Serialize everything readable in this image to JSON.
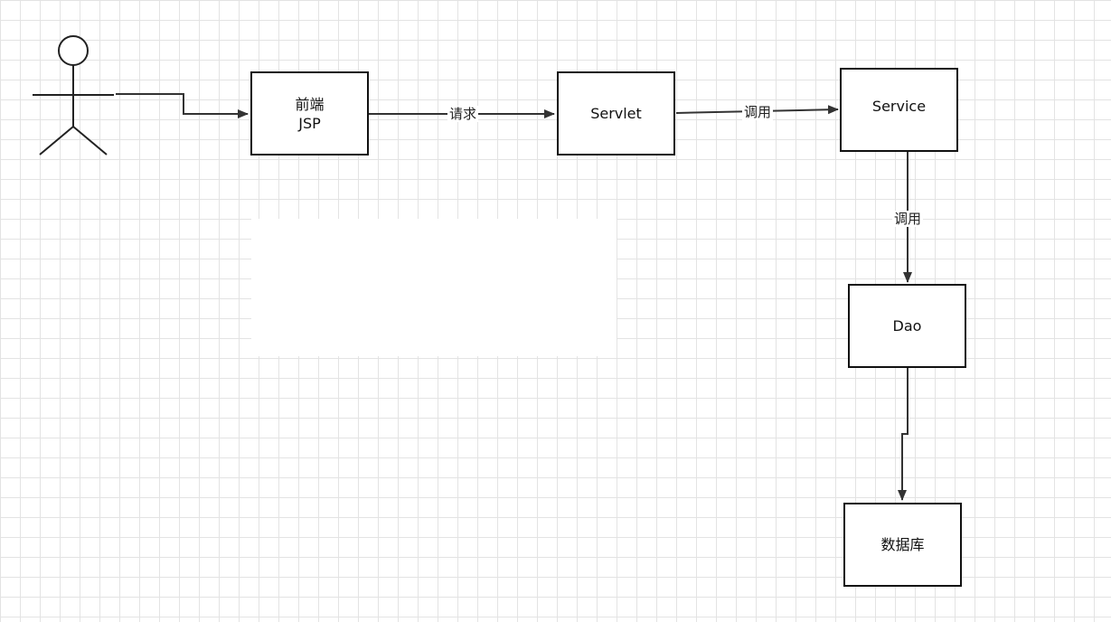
{
  "nodes": {
    "frontend": {
      "line1": "前端",
      "line2": "JSP"
    },
    "servlet": {
      "label": "Servlet"
    },
    "service": {
      "label": "Service"
    },
    "dao": {
      "label": "Dao"
    },
    "database": {
      "label": "数据库"
    }
  },
  "edges": {
    "frontend_to_servlet": "请求",
    "servlet_to_service": "调用",
    "service_to_dao": "调用"
  },
  "colors": {
    "line": "#333333",
    "grid": "#e3e3e3",
    "background": "#ffffff"
  }
}
